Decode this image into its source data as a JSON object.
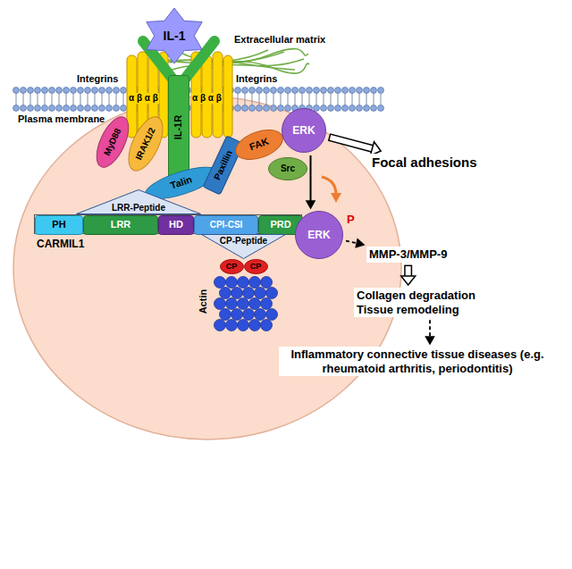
{
  "diagram": {
    "nodes": [
      {
        "text": [
          "IL-1"
        ]
      },
      {
        "text": [
          "IL-1R"
        ]
      },
      {
        "text": [
          "MyD88"
        ]
      },
      {
        "text": [
          "IRAK1/2"
        ]
      },
      {
        "text": [
          "Talin"
        ]
      },
      {
        "text": [
          "Paxillin"
        ]
      },
      {
        "text": [
          "FAK"
        ]
      },
      {
        "text": [
          "Src"
        ]
      },
      {
        "text": [
          "ERK"
        ]
      },
      {
        "text": [
          "Focal adhesions"
        ]
      },
      {
        "text": [
          "LRR-Peptide"
        ]
      },
      {
        "text": [
          "CARMIL1"
        ]
      },
      {
        "text": [
          "PH"
        ],
        "in": 11
      },
      {
        "text": [
          "LRR"
        ],
        "in": 11
      },
      {
        "text": [
          "HD"
        ],
        "in": 11
      },
      {
        "text": [
          "CPI-CSI"
        ],
        "in": 11
      },
      {
        "text": [
          "PRD"
        ],
        "in": 11
      },
      {
        "text": [
          "ERK"
        ]
      },
      {
        "text": [
          "CP-Peptide"
        ]
      },
      {
        "text": [
          "CP"
        ]
      },
      {
        "text": [
          "CP"
        ]
      },
      {
        "text": [
          "MMP-3/MMP-9"
        ]
      },
      {
        "text": [
          "Collagen degradation Tissue remodeling"
        ]
      },
      {
        "text": [
          "Inflammatory connective tissue diseases (e.g. rheumatoid arthritis, periodontitis)"
        ]
      }
    ],
    "edges": [
      {
        "from": 8,
        "to": 17,
        "arrow": "to"
      },
      {
        "from": 8,
        "to": 9,
        "arrow": "to"
      },
      {
        "from": 17,
        "to": 21,
        "arrow": "to"
      },
      {
        "from": 21,
        "to": 22,
        "arrow": "to"
      },
      {
        "from": 22,
        "to": 23,
        "arrow": "to"
      }
    ],
    "labels": [
      "Extracellular matrix",
      "Plasma membrane",
      "Integrins",
      "α β α β",
      "Integrins",
      "α β α β",
      "Actin",
      "P"
    ]
  }
}
